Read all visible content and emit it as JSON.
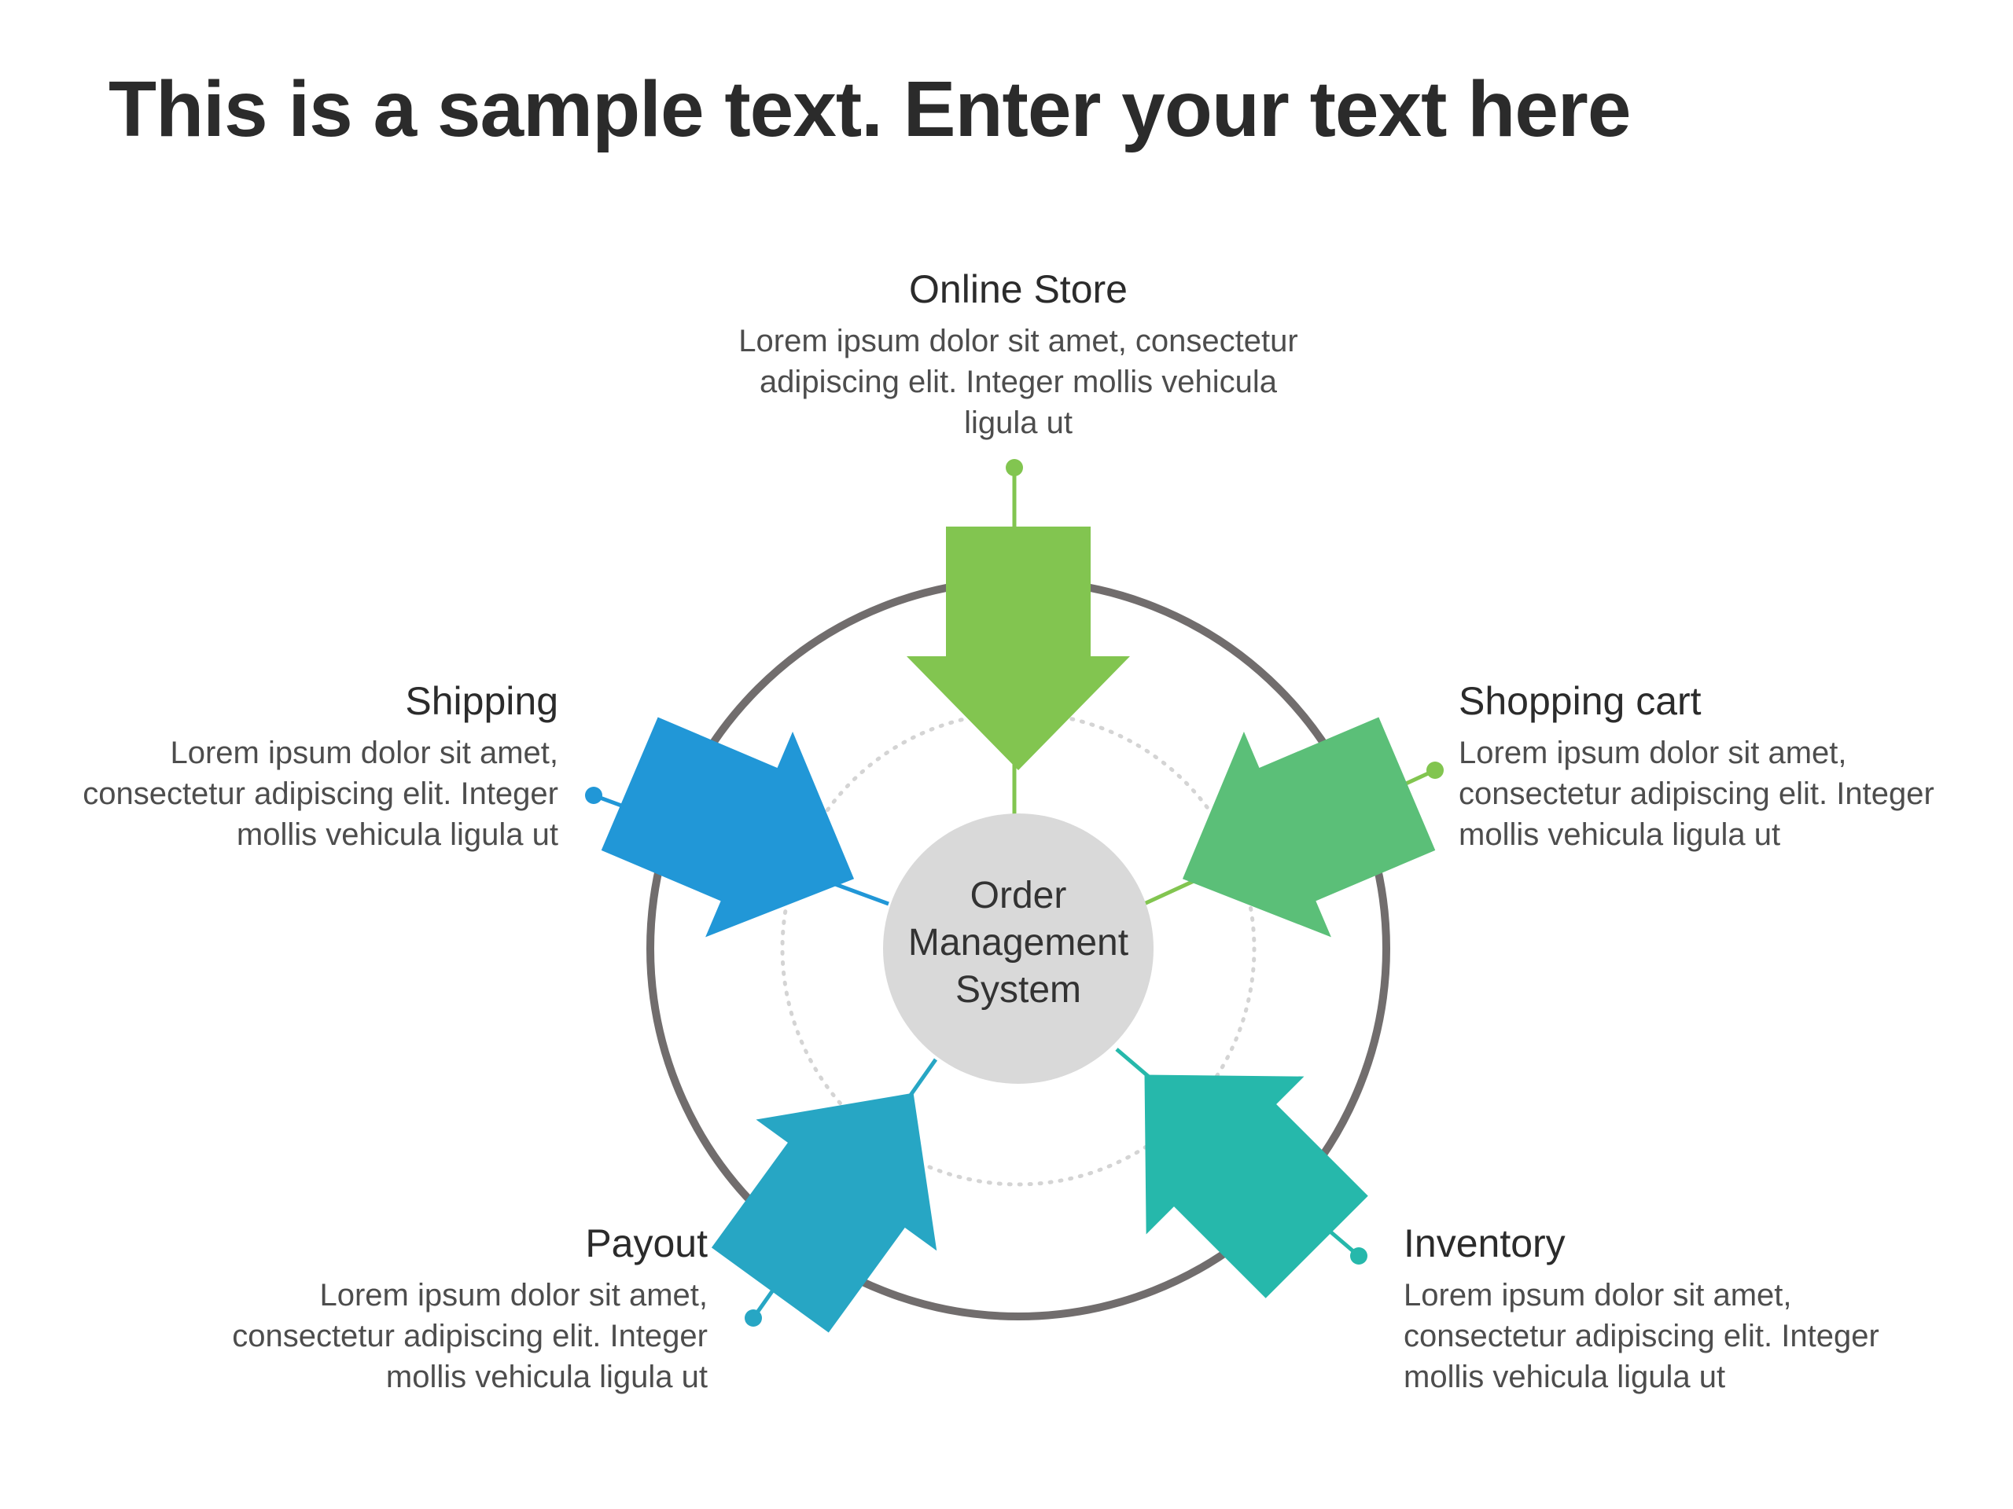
{
  "title": "This is a sample text. Enter your text here",
  "hub": {
    "lines": [
      "Order",
      "Management",
      "System"
    ]
  },
  "items": [
    {
      "key": "online-store",
      "heading": "Online Store",
      "body": "Lorem ipsum dolor sit amet, consectetur adipiscing elit. Integer mollis vehicula ligula ut",
      "color": "#82c550"
    },
    {
      "key": "shopping-cart",
      "heading": "Shopping cart",
      "body": "Lorem ipsum dolor sit amet, consectetur adipiscing elit. Integer mollis vehicula ligula ut",
      "color": "#5bbf78"
    },
    {
      "key": "inventory",
      "heading": "Inventory",
      "body": "Lorem ipsum dolor sit amet, consectetur adipiscing elit. Integer mollis vehicula ligula ut",
      "color": "#26b8ab"
    },
    {
      "key": "payout",
      "heading": "Payout",
      "body": "Lorem ipsum dolor sit amet, consectetur adipiscing elit. Integer mollis vehicula ligula ut",
      "color": "#27a6c4"
    },
    {
      "key": "shipping",
      "heading": "Shipping",
      "body": "Lorem ipsum dolor sit amet, consectetur adipiscing elit. Integer mollis vehicula ligula ut",
      "color": "#2197d7"
    }
  ],
  "colors": {
    "ring": "#716d6d",
    "hub_fill": "#d9d9d9",
    "dotted": "#d4d4d4"
  }
}
